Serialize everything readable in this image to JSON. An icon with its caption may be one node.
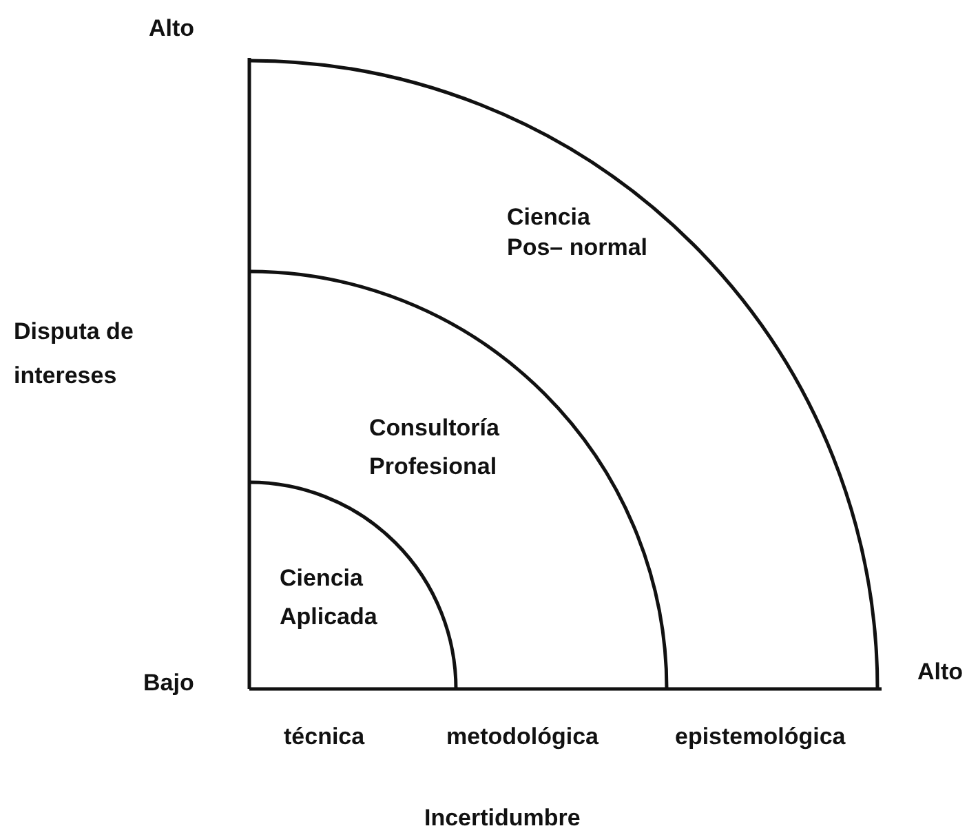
{
  "diagram": {
    "nodes": [
      {
        "text": [
          "Ciencia Pos– normal"
        ]
      },
      {
        "text": [
          "Consultoría Profesional"
        ],
        "in": 0
      },
      {
        "text": [
          "Ciencia Aplicada"
        ],
        "in": 1
      }
    ],
    "edges": [],
    "labels": [
      "Alto",
      "Disputa de intereses",
      "Bajo",
      "Alto",
      "técnica",
      "metodológica",
      "epistemológica",
      "Incertidumbre"
    ]
  }
}
